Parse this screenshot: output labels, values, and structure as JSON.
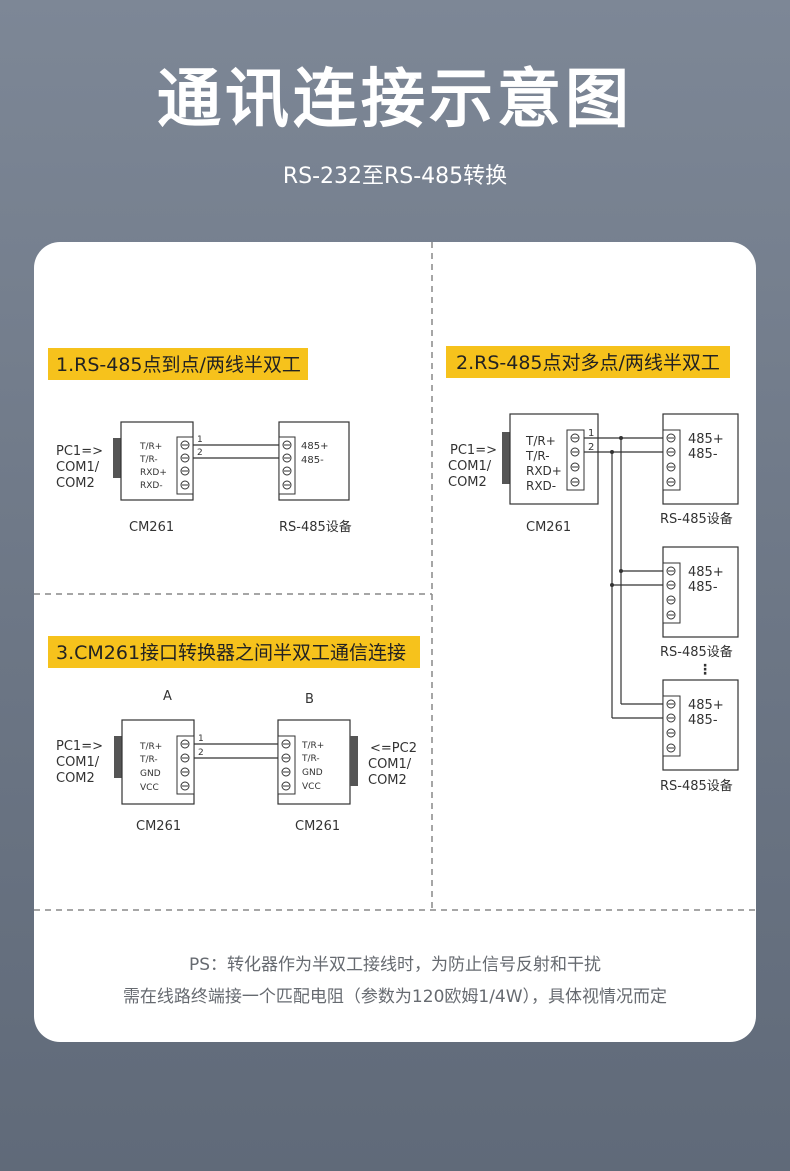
{
  "header": {
    "title": "通讯连接示意图",
    "subtitle": "RS-232至RS-485转换"
  },
  "sections": {
    "s1": "1.RS-485点到点/两线半双工",
    "s2": "2.RS-485点对多点/两线半双工",
    "s3": "3.CM261接口转换器之间半双工通信连接"
  },
  "labels": {
    "pc1": "PC1=>",
    "pc2": "<=PC2",
    "com1": "COM1/",
    "com2": "COM2",
    "cm261": "CM261",
    "device": "RS-485设备",
    "tr_plus": "T/R+",
    "tr_minus": "T/R-",
    "rxd_plus": "RXD+",
    "rxd_minus": "RXD-",
    "gnd": "GND",
    "vcc": "VCC",
    "p485_plus": "485+",
    "p485_minus": "485-",
    "wire1": "1",
    "wire2": "2",
    "node_a": "A",
    "node_b": "B",
    "dots": "⋮"
  },
  "footer": {
    "line1": "PS：转化器作为半双工接线时，为防止信号反射和干扰",
    "line2": "需在线路终端接一个匹配电阻（参数为120欧姆1/4W），具体视情况而定"
  },
  "colors": {
    "highlight": "#f6c21c",
    "line": "#333333",
    "dash": "#888888"
  }
}
